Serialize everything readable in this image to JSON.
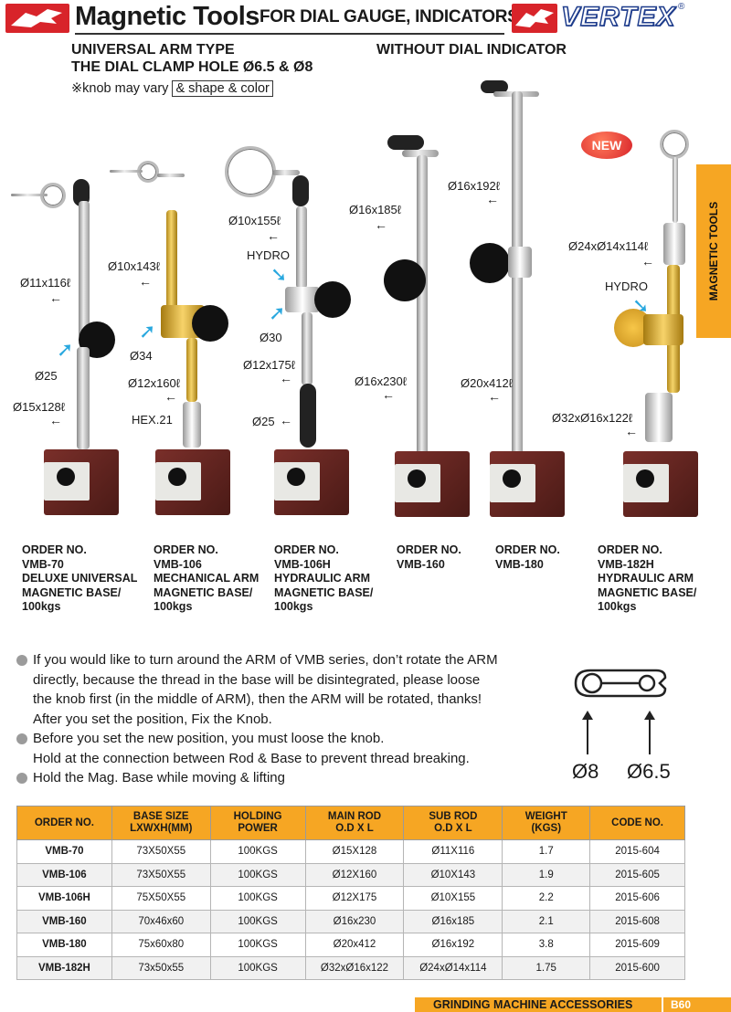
{
  "header": {
    "title": "Magnetic Tools",
    "subtitle": "FOR DIAL GAUGE, INDICATORS",
    "brand": "VERTEX",
    "brand_reg": "®"
  },
  "sections": {
    "left_line1": "UNIVERSAL ARM TYPE",
    "left_line2": "THE DIAL CLAMP HOLE Ø6.5 & Ø8",
    "right": "WITHOUT DIAL INDICATOR",
    "note_prefix": "※knob may vary",
    "note_boxed": "& shape & color"
  },
  "side_tab": "MAGNETIC TOOLS",
  "new_badge": "NEW",
  "dims": {
    "vmb70_sub": "Ø11x116ℓ",
    "vmb70_main_dia": "Ø25",
    "vmb70_main": "Ø15x128ℓ",
    "vmb106_sub": "Ø10x143ℓ",
    "vmb106_clamp": "Ø34",
    "vmb106_main": "Ø12x160ℓ",
    "vmb106_hex": "HEX.21",
    "vmb106h_sub": "Ø10x155ℓ",
    "vmb106h_hydro": "HYDRO",
    "vmb106h_clamp": "Ø30",
    "vmb106h_main": "Ø12x175ℓ",
    "vmb106h_base": "Ø25",
    "vmb160_sub": "Ø16x185ℓ",
    "vmb160_main": "Ø16x230ℓ",
    "vmb180_sub": "Ø16x192ℓ",
    "vmb180_main": "Ø20x412ℓ",
    "vmb182h_sub": "Ø24xØ14x114ℓ",
    "vmb182h_hydro": "HYDRO",
    "vmb182h_main": "Ø32xØ16x122ℓ"
  },
  "orders": [
    {
      "label": "ORDER NO.",
      "code": "VMB-70",
      "desc1": "DELUXE UNIVERSAL",
      "desc2": "MAGNETIC BASE/",
      "desc3": "100kgs"
    },
    {
      "label": "ORDER NO.",
      "code": "VMB-106",
      "desc1": "MECHANICAL ARM",
      "desc2": "MAGNETIC BASE/",
      "desc3": "100kgs"
    },
    {
      "label": "ORDER NO.",
      "code": "VMB-106H",
      "desc1": "HYDRAULIC ARM",
      "desc2": "MAGNETIC BASE/",
      "desc3": "100kgs"
    },
    {
      "label": "ORDER NO.",
      "code": "VMB-160"
    },
    {
      "label": "ORDER NO.",
      "code": "VMB-180"
    },
    {
      "label": "ORDER NO.",
      "code": "VMB-182H",
      "desc1": "HYDRAULIC ARM",
      "desc2": "MAGNETIC BASE/",
      "desc3": "100kgs"
    }
  ],
  "bullets": {
    "b1_l1": "If you would like to turn around the ARM of VMB series, don’t rotate the ARM",
    "b1_l2": "directly, because the thread in the base will be disintegrated, please loose",
    "b1_l3": "the knob first (in the middle of ARM), then the ARM will be rotated, thanks!",
    "b1_l4": "After you set the position, Fix the Knob.",
    "b2_l1": "Before you set the new position, you must loose the knob.",
    "b2_l2": "Hold at the connection between Rod & Base to prevent thread breaking.",
    "b3_l1": "Hold the Mag. Base while moving & lifting"
  },
  "diagram": {
    "label_left": "Ø8",
    "label_right": "Ø6.5"
  },
  "table": {
    "headers": [
      [
        "ORDER NO.",
        ""
      ],
      [
        "BASE SIZE",
        "LXWXH(MM)"
      ],
      [
        "HOLDING",
        "POWER"
      ],
      [
        "MAIN ROD",
        "O.D X L"
      ],
      [
        "SUB ROD",
        "O.D X L"
      ],
      [
        "WEIGHT",
        "(KGS)"
      ],
      [
        "CODE NO.",
        ""
      ]
    ],
    "rows": [
      [
        "VMB-70",
        "73X50X55",
        "100KGS",
        "Ø15X128",
        "Ø11X116",
        "1.7",
        "2015-604"
      ],
      [
        "VMB-106",
        "73X50X55",
        "100KGS",
        "Ø12X160",
        "Ø10X143",
        "1.9",
        "2015-605"
      ],
      [
        "VMB-106H",
        "75X50X55",
        "100KGS",
        "Ø12X175",
        "Ø10X155",
        "2.2",
        "2015-606"
      ],
      [
        "VMB-160",
        "70x46x60",
        "100KGS",
        "Ø16x230",
        "Ø16x185",
        "2.1",
        "2015-608"
      ],
      [
        "VMB-180",
        "75x60x80",
        "100KGS",
        "Ø20x412",
        "Ø16x192",
        "3.8",
        "2015-609"
      ],
      [
        "VMB-182H",
        "73x50x55",
        "100KGS",
        "Ø32xØ16x122",
        "Ø24xØ14x114",
        "1.75",
        "2015-600"
      ]
    ]
  },
  "footer": {
    "text": "GRINDING MACHINE ACCESSORIES",
    "page": "B60"
  }
}
